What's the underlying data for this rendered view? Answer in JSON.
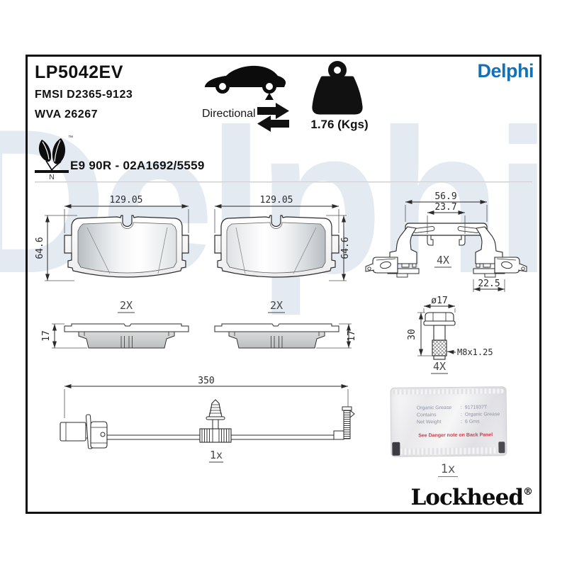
{
  "header": {
    "part_number": "LP5042EV",
    "fmsi": "FMSI D2365-9123",
    "wva": "WVA 26267",
    "directional_label": "Directional",
    "weight_label": "1.76 (Kgs)",
    "brand_logo": "Delphi",
    "eco_trademark": "™",
    "eco_letter": "N",
    "approval_number": "E9 90R - 02A1692/5559"
  },
  "watermark_text": "Delphi",
  "pads": {
    "width": "129.05",
    "height": "64.6",
    "thickness": "17",
    "qty": "2X"
  },
  "clip": {
    "overall_width": "56.9",
    "inner_width": "23.7",
    "foot_width": "22.5",
    "qty": "4X"
  },
  "bolt": {
    "head_diameter": "ø17",
    "length": "30",
    "thread_spec": "M8x1.25",
    "qty": "4X"
  },
  "wear_sensor": {
    "length": "350",
    "qty": "1x"
  },
  "grease_sachet": {
    "qty": "1x",
    "separator": ":",
    "lines": [
      {
        "label": "Organic Grease",
        "value": "9171937T"
      },
      {
        "label": "Contains",
        "value": "Organic Grease"
      },
      {
        "label": "Net Weight",
        "value": "6 Gms"
      }
    ],
    "warning": "See Danger note on Back Panel"
  },
  "footer": {
    "brand": "Lockheed",
    "registered_mark": "®"
  },
  "colors": {
    "brand_blue": "#1471b6",
    "warning_red": "#c4404a",
    "watermark": "#e4eaf2",
    "line": "#2b2b2b"
  }
}
